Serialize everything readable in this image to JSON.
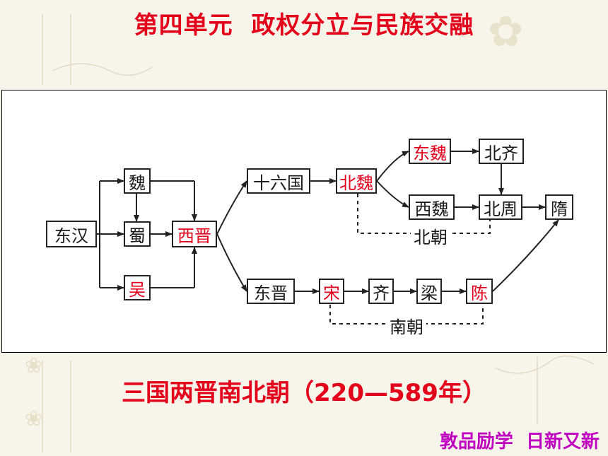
{
  "title": "第四单元  政权分立与民族交融",
  "subtitle": "三国两晋南北朝（220—589年）",
  "motto": "敦品励学  日新又新",
  "colors": {
    "accent_red": "#e3001b",
    "motto_purple": "#c000c0"
  },
  "diagram": {
    "nodes": {
      "donghan": "东汉",
      "wei": "魏",
      "shu": "蜀",
      "wu": "吴",
      "xijin": "西晋",
      "shiliuguo": "十六国",
      "beiwei": "北魏",
      "dongwei": "东魏",
      "xiwei": "西魏",
      "beiqi": "北齐",
      "beizhou": "北周",
      "sui": "隋",
      "dongjin": "东晋",
      "song": "宋",
      "qi": "齐",
      "liang": "梁",
      "chen": "陈"
    },
    "groups": {
      "north": "北朝",
      "south": "南朝"
    }
  }
}
